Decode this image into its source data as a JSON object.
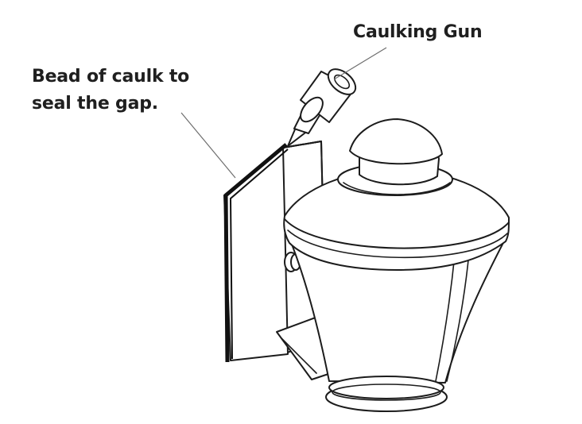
{
  "labels": {
    "caulking_gun": "Caulking Gun",
    "bead_line_1": "Bead of caulk to",
    "bead_line_2": "seal the gap."
  },
  "colors": {
    "line": "#1c1c1c",
    "leader": "#6e6e6e",
    "background": "#ffffff"
  }
}
